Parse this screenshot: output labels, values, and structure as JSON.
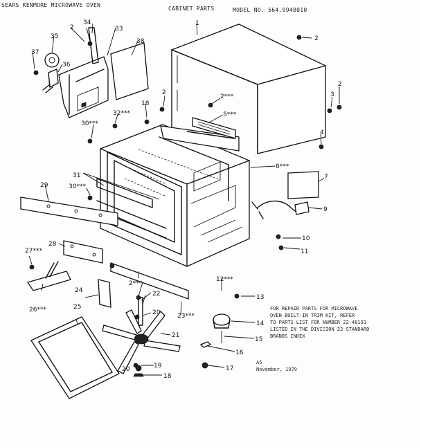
{
  "header": {
    "brand_title": "SEARS KENMORE MICROWAVE OVEN",
    "section_title": "CABINET PARTS",
    "model": "MODEL NO. 564.9948010"
  },
  "note": {
    "lines": [
      "FOR REPAIR PARTS FOR MICROWAVE",
      "OVEN BUILT-IN TRIM KIT, REFER",
      "TO PARTS LIST FOR NUMBER 22-40191",
      "LISTED IN THE DIVISION 22 STANDARD",
      "BRANDS INDEX"
    ]
  },
  "footer": {
    "code": "A5",
    "date": "November, 1979"
  },
  "callouts": {
    "c1": "1",
    "c2a": "2",
    "c2b": "2",
    "c2c": "2",
    "c2d": "2",
    "c2e": "2***",
    "c2f": "2***",
    "c3": "3",
    "c4": "4",
    "c5": "5***",
    "c6": "6***",
    "c7": "7",
    "c9": "9",
    "c10": "10",
    "c11": "11",
    "c12": "12***",
    "c13": "13",
    "c14": "14",
    "c15": "15",
    "c16": "16",
    "c17": "17",
    "c18a": "18",
    "c18b": "18",
    "c19": "19",
    "c20a": "20",
    "c20b": "20",
    "c21": "21",
    "c22": "22",
    "c23": "23***",
    "c24": "24",
    "c25": "25",
    "c26": "26***",
    "c27": "27***",
    "c28": "28",
    "c29": "29",
    "c30a": "30***",
    "c30b": "30***",
    "c31": "31",
    "c32": "32***",
    "c33": "33",
    "c34": "34",
    "c35": "35",
    "c36": "36",
    "c37": "37",
    "c38": "38"
  }
}
